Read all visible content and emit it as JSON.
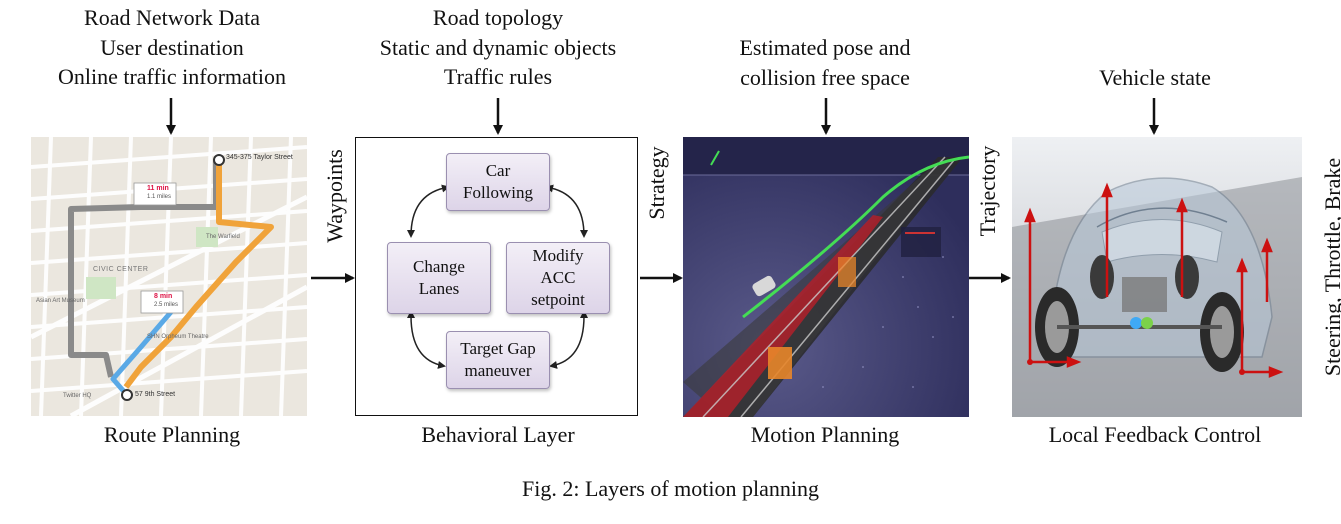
{
  "route": {
    "inputs": [
      "Road Network Data",
      "User destination",
      "Online traffic information"
    ],
    "label": "Route Planning",
    "map": {
      "address_top": "345-375 Taylor Street",
      "address_bottom": "57 9th Street",
      "time1": "11 min",
      "dist1": "1.1 miles",
      "time2": "8 min",
      "dist2": "2.5 miles",
      "place1": "The Warfield",
      "place2": "CIVIC CENTER",
      "place3": "Asian Art Museum",
      "place4": "SHN Orpheum Theatre",
      "place5": "Twitter HQ"
    }
  },
  "waypoints_label": "Waypoints",
  "behavior": {
    "inputs": [
      "Road topology",
      "Static and dynamic objects",
      "Traffic rules"
    ],
    "label": "Behavioral Layer",
    "states": {
      "car_following": [
        "Car",
        "Following"
      ],
      "change_lanes": [
        "Change",
        "Lanes"
      ],
      "modify_acc": [
        "Modify",
        "ACC",
        "setpoint"
      ],
      "target_gap": [
        "Target Gap",
        "maneuver"
      ]
    }
  },
  "strategy_label": "Strategy",
  "motion": {
    "inputs": [
      "Estimated pose and",
      "collision free space"
    ],
    "label": "Motion Planning"
  },
  "trajectory_label": "Trajectory",
  "control": {
    "inputs": [
      "Vehicle state"
    ],
    "label": "Local Feedback Control"
  },
  "output_label": "Steering, Throttle, Brake",
  "caption": "Fig. 2: Layers of motion planning",
  "colors": {
    "route_orange": "#f0a33a",
    "route_gray": "#8a8a8a",
    "state_fill": "#e6dff0",
    "motion_bg": "#3a3a6e",
    "lane_red": "#b0202a",
    "path_green": "#44dd55",
    "force_red": "#cc1111"
  }
}
